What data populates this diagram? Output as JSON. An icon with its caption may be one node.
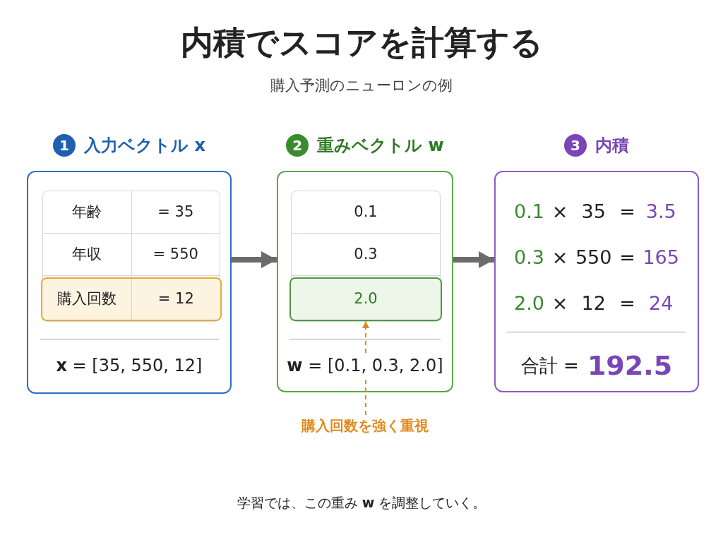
{
  "diagram": {
    "title": "内積でスコアを計算する",
    "nodes": [
      {
        "text": [
          "1",
          "入力ベクトル x",
          "**x** = [35, 550, 12]"
        ]
      },
      {
        "text": [
          "年齢",
          "= 35"
        ],
        "in": 0
      },
      {
        "text": [
          "年収",
          "= 550"
        ],
        "in": 0
      },
      {
        "text": [
          "購入回数",
          "= 12"
        ],
        "in": 0
      },
      {
        "text": [
          "2",
          "重みベクトル w",
          "**w** = [0.1, 0.3, 2.0]"
        ]
      },
      {
        "text": [
          "0.1"
        ],
        "in": 4
      },
      {
        "text": [
          "0.3"
        ],
        "in": 4
      },
      {
        "text": [
          "2.0"
        ],
        "in": 4
      },
      {
        "text": [
          "3",
          "内積",
          "0.1",
          "×",
          "35",
          "=",
          "3.5",
          "0.3",
          "×",
          "550",
          "=",
          "165",
          "2.0",
          "×",
          "12",
          "=",
          "24",
          "合計 =",
          "192.5"
        ]
      },
      {
        "text": [
          "購入回数を強く重視"
        ]
      }
    ],
    "edges": [
      {
        "from": 0,
        "to": 4,
        "arrow": "to"
      },
      {
        "from": 4,
        "to": 8,
        "arrow": "to"
      },
      {
        "from": 9,
        "to": 7,
        "arrow": "to",
        "style": "dashed",
        "color": "#e08a1e"
      }
    ],
    "labels": [
      "購入予測のニューロンの例",
      "学習では、この重み **w** を調整していく。"
    ]
  }
}
